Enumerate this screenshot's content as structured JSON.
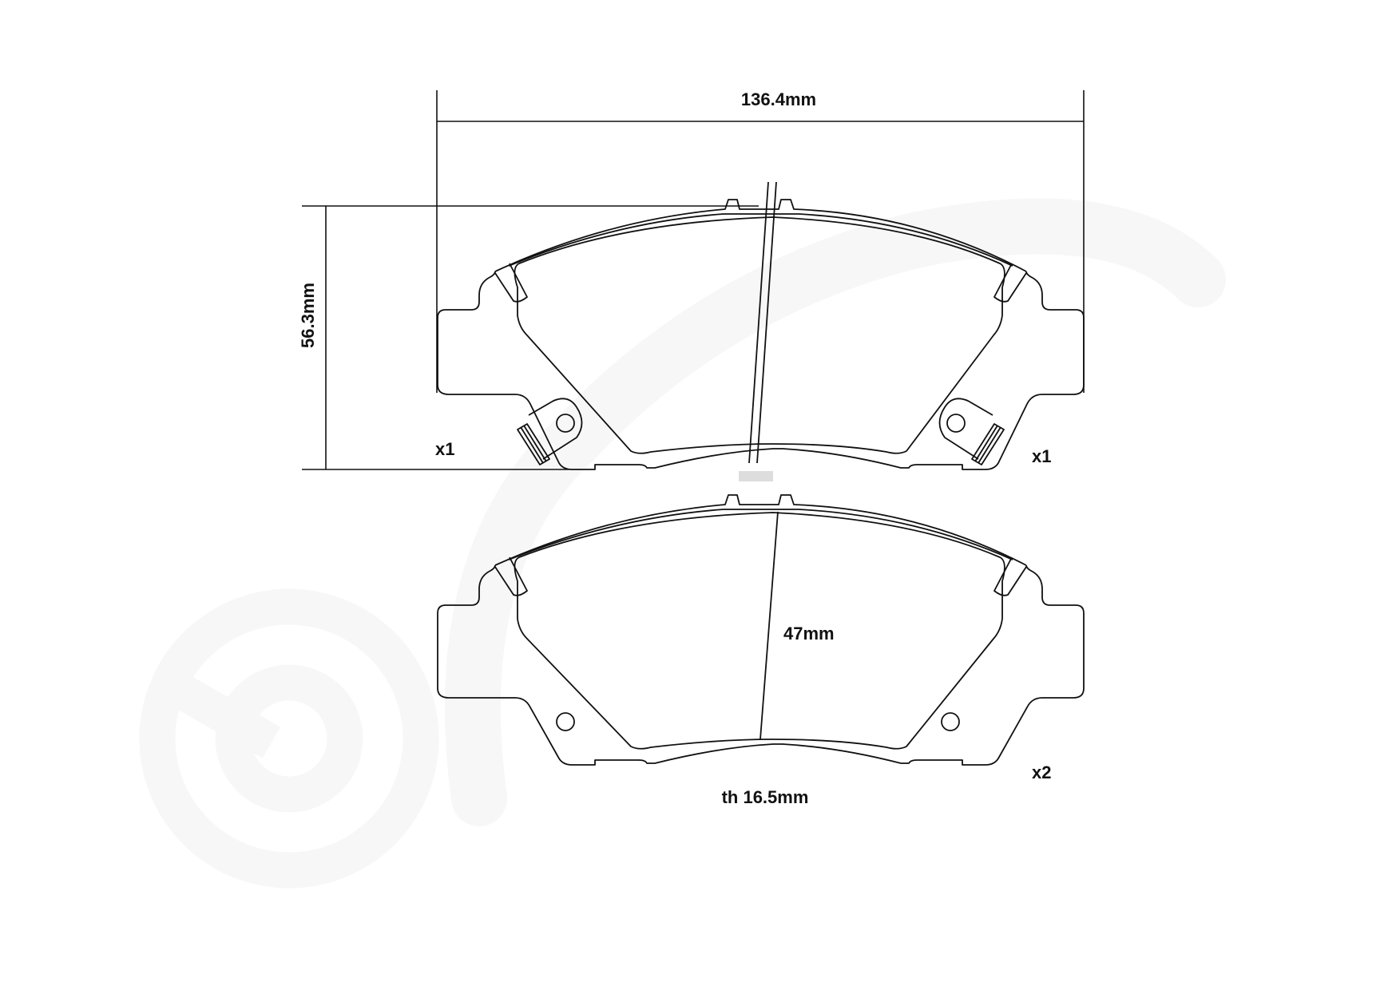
{
  "diagram": {
    "subject": "Brake pad set technical drawing",
    "watermark": {
      "shape": "brembo-logo",
      "color": "#f8f8f8"
    },
    "line_color": "#111111",
    "background": "#ffffff",
    "dimensions": {
      "width": "136.4mm",
      "height": "56.3mm",
      "lining_height": "47mm",
      "thickness": "th 16.5mm"
    },
    "quantities": {
      "upper_left": "x1",
      "upper_right": "x1",
      "lower_right": "x2"
    },
    "pads": [
      {
        "id": "upper-pad",
        "variant": "with wear sensor wire and mounting clips",
        "quantity_left": "x1",
        "quantity_right": "x1"
      },
      {
        "id": "lower-pad",
        "variant": "plain backing plate",
        "quantity": "x2"
      }
    ]
  }
}
